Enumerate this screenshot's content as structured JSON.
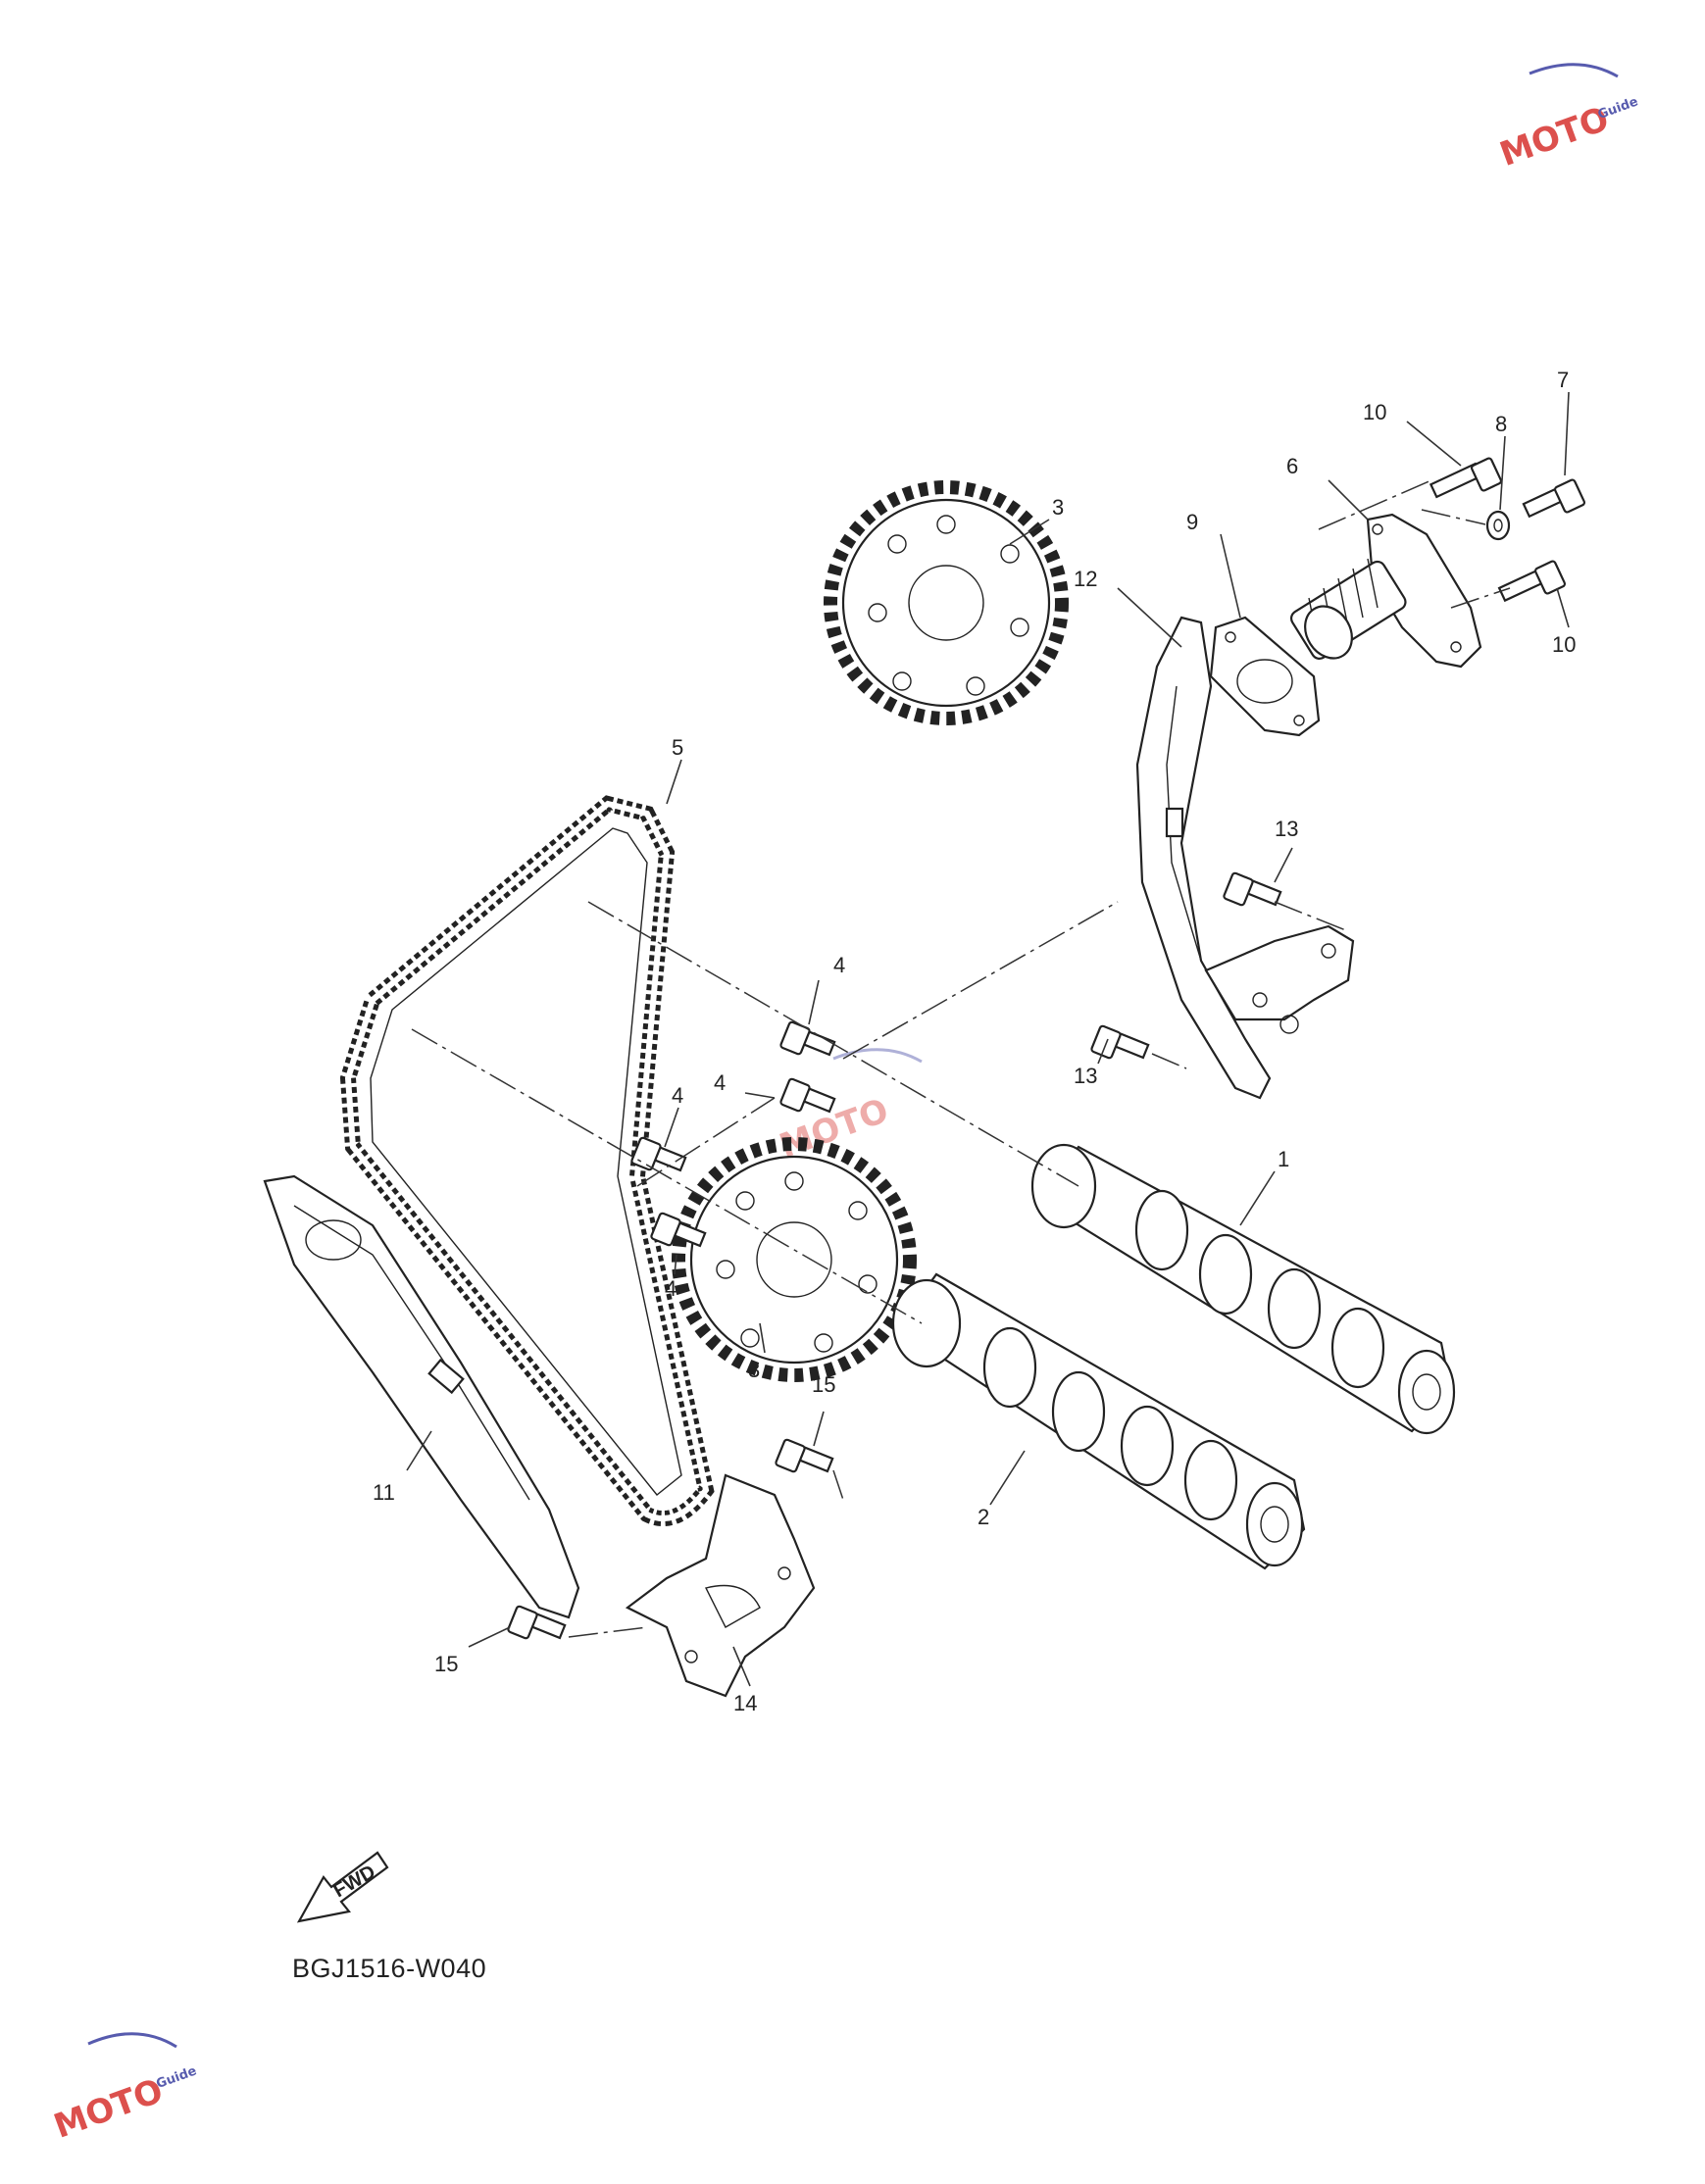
{
  "diagram_code": "BGJ1516-W040",
  "fwd_label": "FWD",
  "watermark": {
    "text": "MOTO",
    "subtext": "Guide",
    "color_primary": "#d6322e",
    "color_secondary": "#3a3fa0"
  },
  "callouts": [
    {
      "id": "c1",
      "label": "1"
    },
    {
      "id": "c2",
      "label": "2"
    },
    {
      "id": "c3a",
      "label": "3"
    },
    {
      "id": "c3b",
      "label": "3"
    },
    {
      "id": "c4a",
      "label": "4"
    },
    {
      "id": "c4b",
      "label": "4"
    },
    {
      "id": "c4c",
      "label": "4"
    },
    {
      "id": "c4d",
      "label": "4"
    },
    {
      "id": "c5",
      "label": "5"
    },
    {
      "id": "c6",
      "label": "6"
    },
    {
      "id": "c7",
      "label": "7"
    },
    {
      "id": "c8",
      "label": "8"
    },
    {
      "id": "c9",
      "label": "9"
    },
    {
      "id": "c10a",
      "label": "10"
    },
    {
      "id": "c10b",
      "label": "10"
    },
    {
      "id": "c11",
      "label": "11"
    },
    {
      "id": "c12",
      "label": "12"
    },
    {
      "id": "c13a",
      "label": "13"
    },
    {
      "id": "c13b",
      "label": "13"
    },
    {
      "id": "c14",
      "label": "14"
    },
    {
      "id": "c15a",
      "label": "15"
    },
    {
      "id": "c15b",
      "label": "15"
    }
  ]
}
